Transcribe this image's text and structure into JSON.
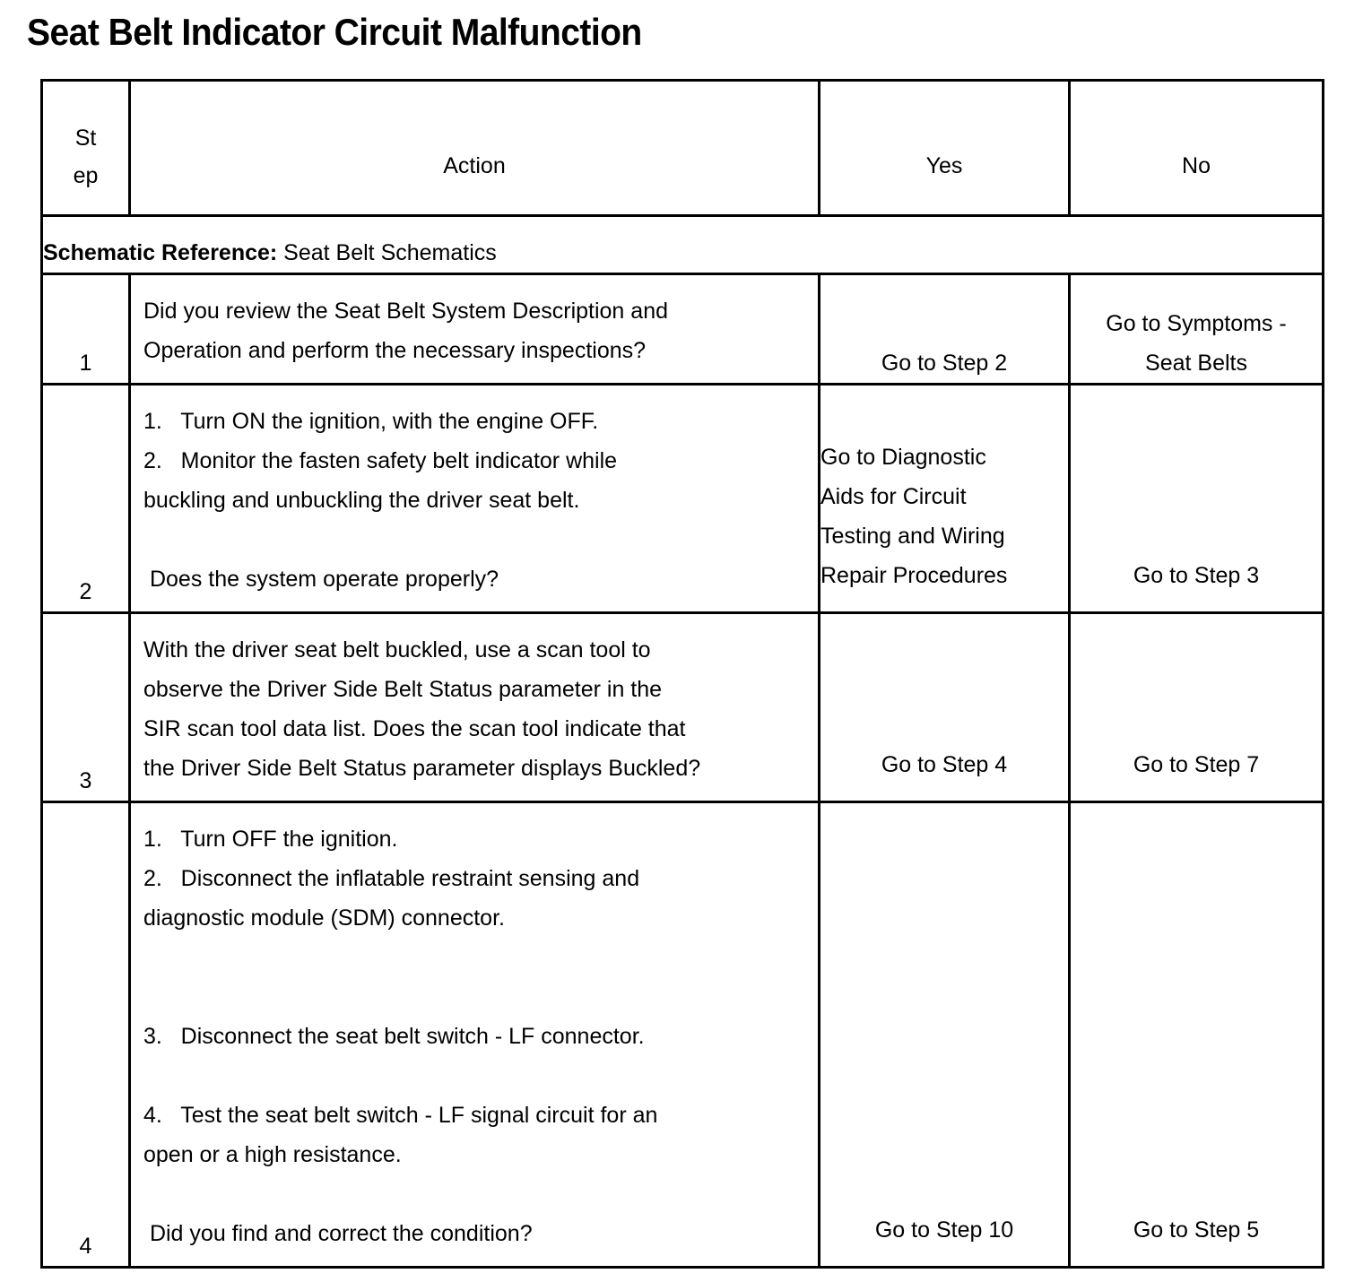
{
  "document": {
    "title": "Seat Belt Indicator Circuit Malfunction"
  },
  "table": {
    "headers": {
      "step_line1": "St",
      "step_line2": "ep",
      "action": "Action",
      "yes": "Yes",
      "no": "No"
    },
    "schematic_reference": {
      "label": "Schematic Reference:",
      "value": " Seat Belt Schematics"
    },
    "rows": [
      {
        "step": "1",
        "action_lines": [
          "Did you review the Seat Belt System Description and",
          "Operation and perform the necessary inspections?"
        ],
        "yes_lines": [
          "Go to Step 2"
        ],
        "no_lines": [
          "Go to Symptoms -",
          "Seat Belts"
        ]
      },
      {
        "step": "2",
        "action_lines": [
          "1.   Turn ON the ignition, with the engine OFF.",
          "2.   Monitor the fasten safety belt indicator while",
          "buckling and unbuckling the driver seat belt.",
          "",
          " Does the system operate properly?"
        ],
        "yes_lines": [
          "Go to Diagnostic",
          "Aids for Circuit",
          "Testing and Wiring",
          "Repair Procedures"
        ],
        "no_lines": [
          "Go to Step 3"
        ]
      },
      {
        "step": "3",
        "action_lines": [
          "With the driver seat belt buckled, use a scan tool to",
          "observe the Driver Side Belt Status parameter in the",
          "SIR scan tool data list. Does the scan tool indicate that",
          "the Driver Side Belt Status parameter displays Buckled?"
        ],
        "yes_lines": [
          "Go to Step 4"
        ],
        "no_lines": [
          "Go to Step 7"
        ]
      },
      {
        "step": "4",
        "action_lines": [
          "1.   Turn OFF the ignition.",
          "2.   Disconnect the inflatable restraint sensing and",
          "diagnostic module (SDM) connector.",
          "",
          "",
          "3.   Disconnect the seat belt switch - LF connector.",
          "",
          "4.   Test the seat belt switch - LF signal circuit for an",
          "open or a high resistance.",
          "",
          " Did you find and correct the condition?"
        ],
        "yes_lines": [
          "Go to Step 10"
        ],
        "no_lines": [
          "Go to Step 5"
        ]
      }
    ]
  },
  "colors": {
    "border": "#000000",
    "text": "#000000",
    "background": "#ffffff"
  }
}
